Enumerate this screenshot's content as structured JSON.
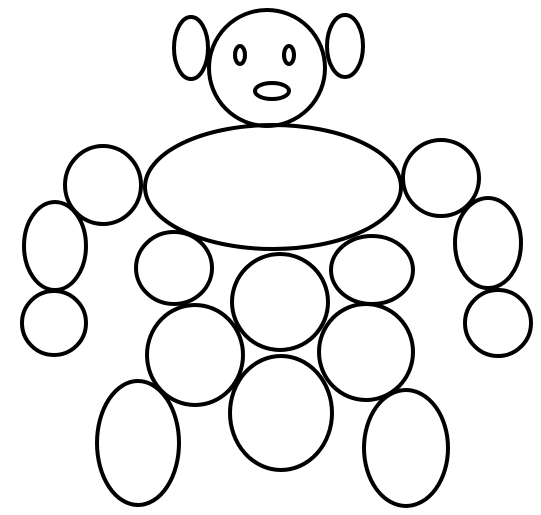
{
  "figure": {
    "stroke_color": "#000000",
    "background_color": "#ffffff",
    "parts": [
      "head",
      "left-ear",
      "right-ear",
      "left-eye",
      "right-eye",
      "mouth",
      "torso",
      "left-shoulder",
      "left-upper-arm",
      "left-hand",
      "right-shoulder",
      "right-upper-arm",
      "right-hand",
      "left-hip",
      "right-hip",
      "belly",
      "left-thigh",
      "right-thigh",
      "lower-belly",
      "left-foot",
      "right-foot"
    ]
  }
}
